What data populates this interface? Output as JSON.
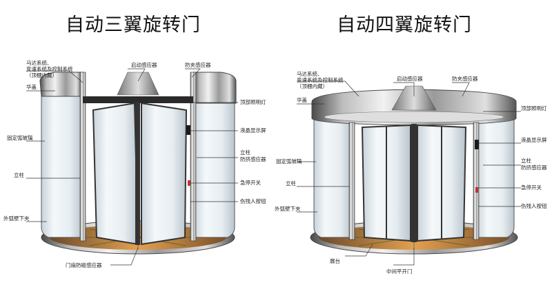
{
  "colors": {
    "metal_light": "#e4e4e4",
    "metal_dark": "#5a5a5a",
    "glass": "#e9f1f6",
    "floor": "#d88a3a",
    "line": "#333333"
  },
  "three_wing": {
    "title": "自动三翼旋转门",
    "labels": {
      "motor": "马达系统、",
      "speed": "变速系统及控制系统",
      "hidden": "（顶棚内藏）",
      "canopy": "华盖",
      "start_sensor": "启动感应器",
      "anti_pinch": "防夹感应器",
      "top_light": "顶部照明灯",
      "lcd": "液晶显示屏",
      "fixed_glass": "固定弧玻璃",
      "column_right": "立柱",
      "anti_squeeze": "防挤感应器",
      "pillar_left": "立柱",
      "emergency": "急停开关",
      "disabled_btn": "伤残人按钮",
      "outer_wall_clamp": "外弧壁下夹",
      "leaf_sensor": "门扇防碰感应器"
    }
  },
  "four_wing": {
    "title": "自动四翼旋转门",
    "labels": {
      "motor": "马达系统、",
      "speed": "变速系统及控制系统",
      "hidden": "（顶棚内藏）",
      "canopy": "华盖",
      "start_sensor": "启动感应器",
      "anti_pinch": "防夹感应器",
      "top_light": "顶部照明灯",
      "lcd": "液晶显示屏",
      "fixed_glass": "固定弧玻璃",
      "column_right": "立柱",
      "anti_squeeze": "防挤感应器",
      "pillar_left": "立柱",
      "emergency": "急停开关",
      "outer_wall_clamp": "外弧壁下夹",
      "disabled_btn": "伤残人按钮",
      "wing": "展台",
      "middle_door": "中间平开门"
    }
  }
}
